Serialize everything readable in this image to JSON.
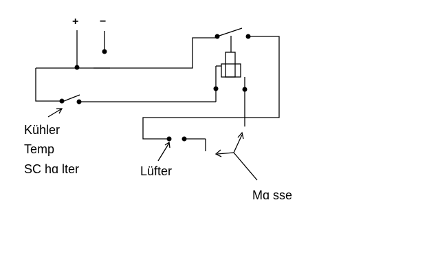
{
  "diagram": {
    "terminals": {
      "plus": "+",
      "minus": "−"
    },
    "labels": {
      "kuehler": "Kühler",
      "temp": "Temp",
      "schalter": "SC hɑ lter",
      "luefter": "Lüfter",
      "masse": "Mɑ sse"
    },
    "colors": {
      "line": "#000000",
      "background": "#ffffff"
    }
  }
}
